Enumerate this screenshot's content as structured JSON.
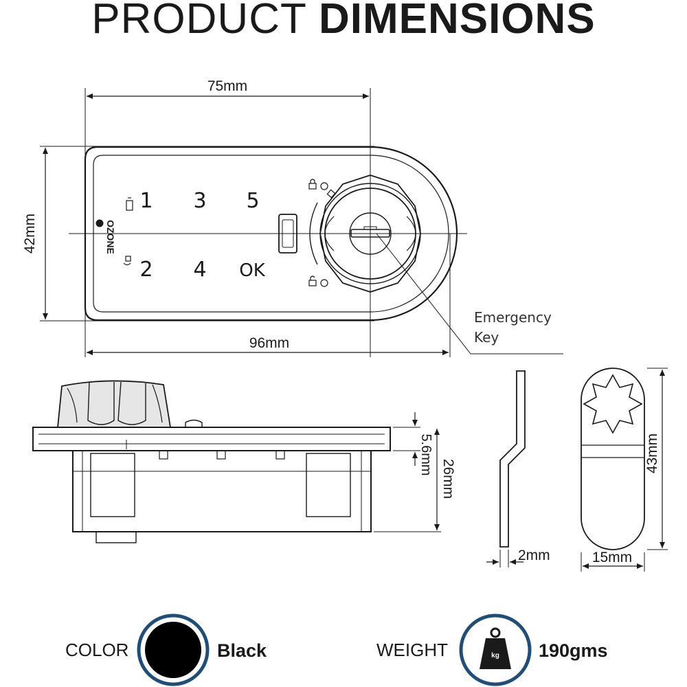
{
  "title": {
    "light": "PRODUCT",
    "bold": "DIMENSIONS"
  },
  "top_view": {
    "width_top": "75mm",
    "height_left": "42mm",
    "width_bottom": "96mm",
    "callout_line1": "Emergency",
    "callout_line2": "Key",
    "brand": "OZONE",
    "keys": [
      "1",
      "3",
      "5",
      "2",
      "4",
      "OK"
    ]
  },
  "side_view": {
    "plate_thickness": "5.6mm",
    "body_height": "26mm"
  },
  "cam_view": {
    "thickness": "2mm",
    "width": "15mm",
    "length": "43mm"
  },
  "attributes": {
    "color_label": "COLOR",
    "color_value": "Black",
    "weight_label": "WEIGHT",
    "weight_value": "190gms",
    "weight_icon_text": "kg"
  },
  "colors": {
    "ink": "#1a1a1a",
    "ring_blue": "#1f4e79",
    "swatch": "#000000"
  }
}
